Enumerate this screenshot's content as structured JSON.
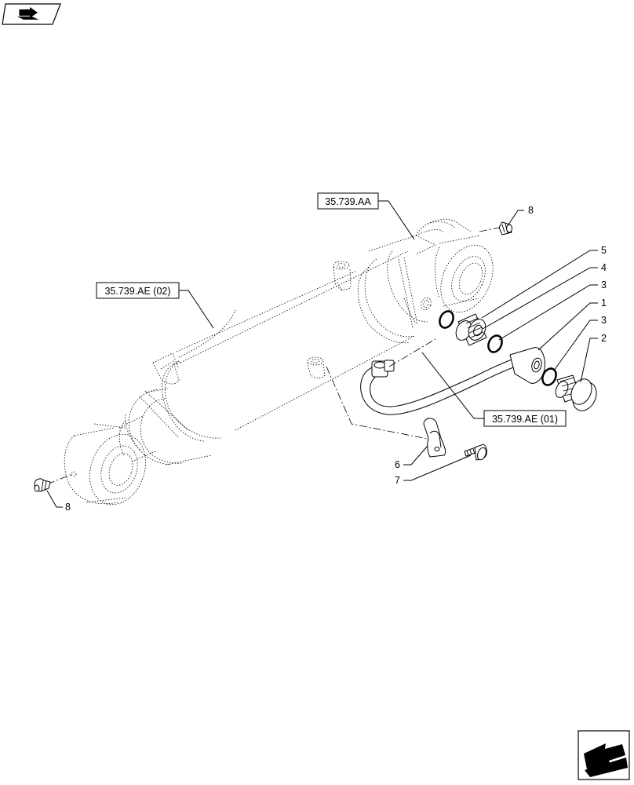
{
  "navigation": {
    "previous_icon": "back-arrow-icon",
    "next_icon": "forward-arrow-icon"
  },
  "references": {
    "cylinder": "35.739.AA",
    "pipe_rear": "35.739.AE (02)",
    "pipe_front": "35.739.AE (01)"
  },
  "callouts": {
    "c1": "1",
    "c2": "2",
    "c3a": "3",
    "c3b": "3",
    "c4": "4",
    "c5": "5",
    "c6": "6",
    "c7": "7",
    "c8a": "8",
    "c8b": "8"
  }
}
